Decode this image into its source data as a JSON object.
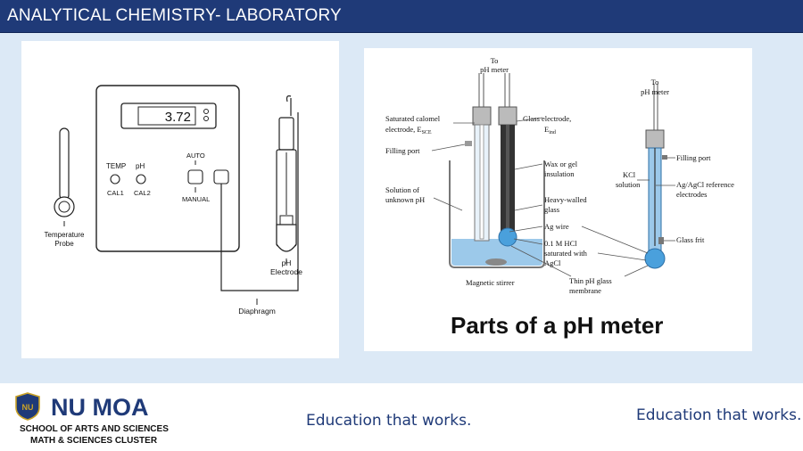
{
  "header": {
    "title": "ANALYTICAL CHEMISTRY- LABORATORY"
  },
  "meter_diagram": {
    "display_value": "3.72",
    "temp_label": "TEMP",
    "ph_label": "pH",
    "cal1_label": "CAL1",
    "cal2_label": "CAL2",
    "auto_label": "AUTO",
    "manual_label": "MANUAL",
    "probe_label_1": "Temperature",
    "probe_label_2": "Probe",
    "electrode_label_1": "pH",
    "electrode_label_2": "Electrode",
    "diaphragm_label": "Diaphragm"
  },
  "electrode_diagram": {
    "to_ph_meter_1a": "To",
    "to_ph_meter_1b": "pH meter",
    "to_ph_meter_2a": "To",
    "to_ph_meter_2b": "pH meter",
    "calomel_1": "Saturated calomel",
    "calomel_2": "electrode, E",
    "calomel_sub": "SCE",
    "glass_1": "Glass electrode,",
    "glass_2": "E",
    "glass_sub": "ind",
    "filling_port_left": "Filling port",
    "wax_1": "Wax or gel",
    "wax_2": "insulation",
    "solution_1": "Solution of",
    "solution_2": "unknown pH",
    "heavy_1": "Heavy-walled",
    "heavy_2": "glass",
    "ag_wire": "Ag wire",
    "hcl_1": "0.1 M HCl",
    "hcl_2": "saturated with",
    "hcl_3": "AgCl",
    "stirrer": "Magnetic stirrer",
    "membrane_1": "Thin pH glass",
    "membrane_2": "membrane",
    "filling_port_right": "Filling port",
    "kcl_1": "KCl",
    "kcl_2": "solution",
    "agcl_1": "Ag/AgCl reference",
    "agcl_2": "electrodes",
    "glass_frit": "Glass frit",
    "caption": "Parts of a pH meter"
  },
  "footer": {
    "logo_name": "NU MOA",
    "logo_badge": "NU",
    "school_line_1": "SCHOOL OF ARTS AND SCIENCES",
    "school_line_2": "MATH & SCIENCES CLUSTER",
    "tagline_center": "Education that works.",
    "tagline_right": "Education that works."
  },
  "colors": {
    "header_bg": "#1f3a78",
    "page_bg": "#dce9f6",
    "accent_text": "#1f3a78",
    "solution_blue": "#9cc9ea"
  }
}
